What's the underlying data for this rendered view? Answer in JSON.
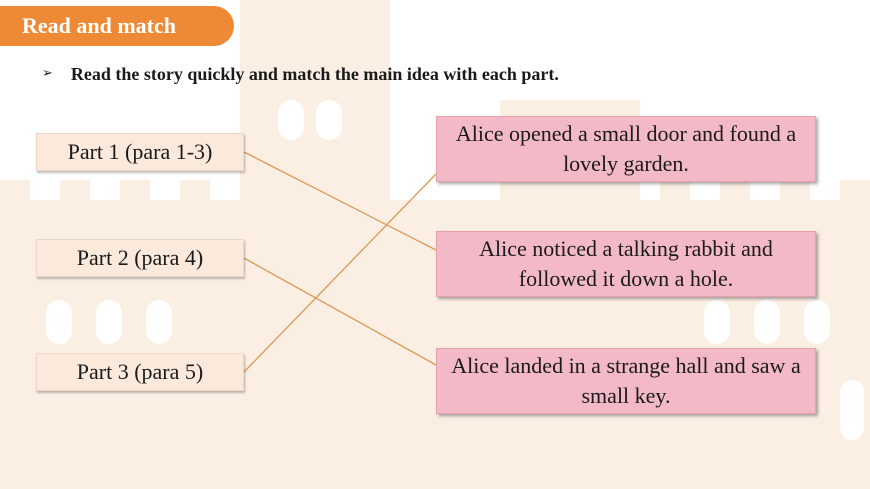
{
  "header": {
    "title": "Read and match"
  },
  "instruction": {
    "bullet_icon": "arrow-bullet-icon",
    "text": "Read the story quickly and match the main idea with each part."
  },
  "parts": [
    {
      "label": "Part 1 (para 1-3)"
    },
    {
      "label": "Part 2 (para 4)"
    },
    {
      "label": "Part 3 (para 5)"
    }
  ],
  "ideas": [
    {
      "text": "Alice opened a small door and found a lovely garden."
    },
    {
      "text": "Alice noticed a talking rabbit and followed it down a hole."
    },
    {
      "text": "Alice landed in a strange hall and saw a small key."
    }
  ],
  "matches": [
    {
      "part": "Part 1 (para 1-3)",
      "idea": "Alice noticed a talking rabbit and followed it down a hole."
    },
    {
      "part": "Part 2 (para 4)",
      "idea": "Alice landed in a strange hall and saw a small key."
    },
    {
      "part": "Part 3 (para 5)",
      "idea": "Alice opened a small door and found a lovely garden."
    }
  ],
  "colors": {
    "header_bg": "#ee8a35",
    "part_bg": "#fbe9dc",
    "idea_bg": "#f4b9c6",
    "line": "#d99a55",
    "castle": "#fbefe3"
  }
}
